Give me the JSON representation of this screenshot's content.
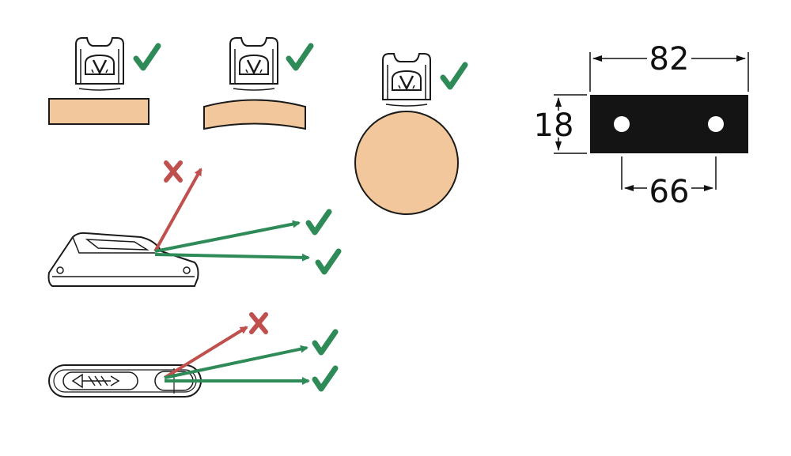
{
  "colors": {
    "wood": "#F1C79B",
    "outline": "#1a1a1a",
    "ok": "#2E8B57",
    "bad": "#C0504D",
    "plate": "#141414",
    "hole": "#ffffff"
  },
  "icons": {
    "ok": "check-mark-icon",
    "bad": "x-mark-icon"
  },
  "dimensions": {
    "length": "82",
    "height": "18",
    "hole_spacing": "66"
  }
}
